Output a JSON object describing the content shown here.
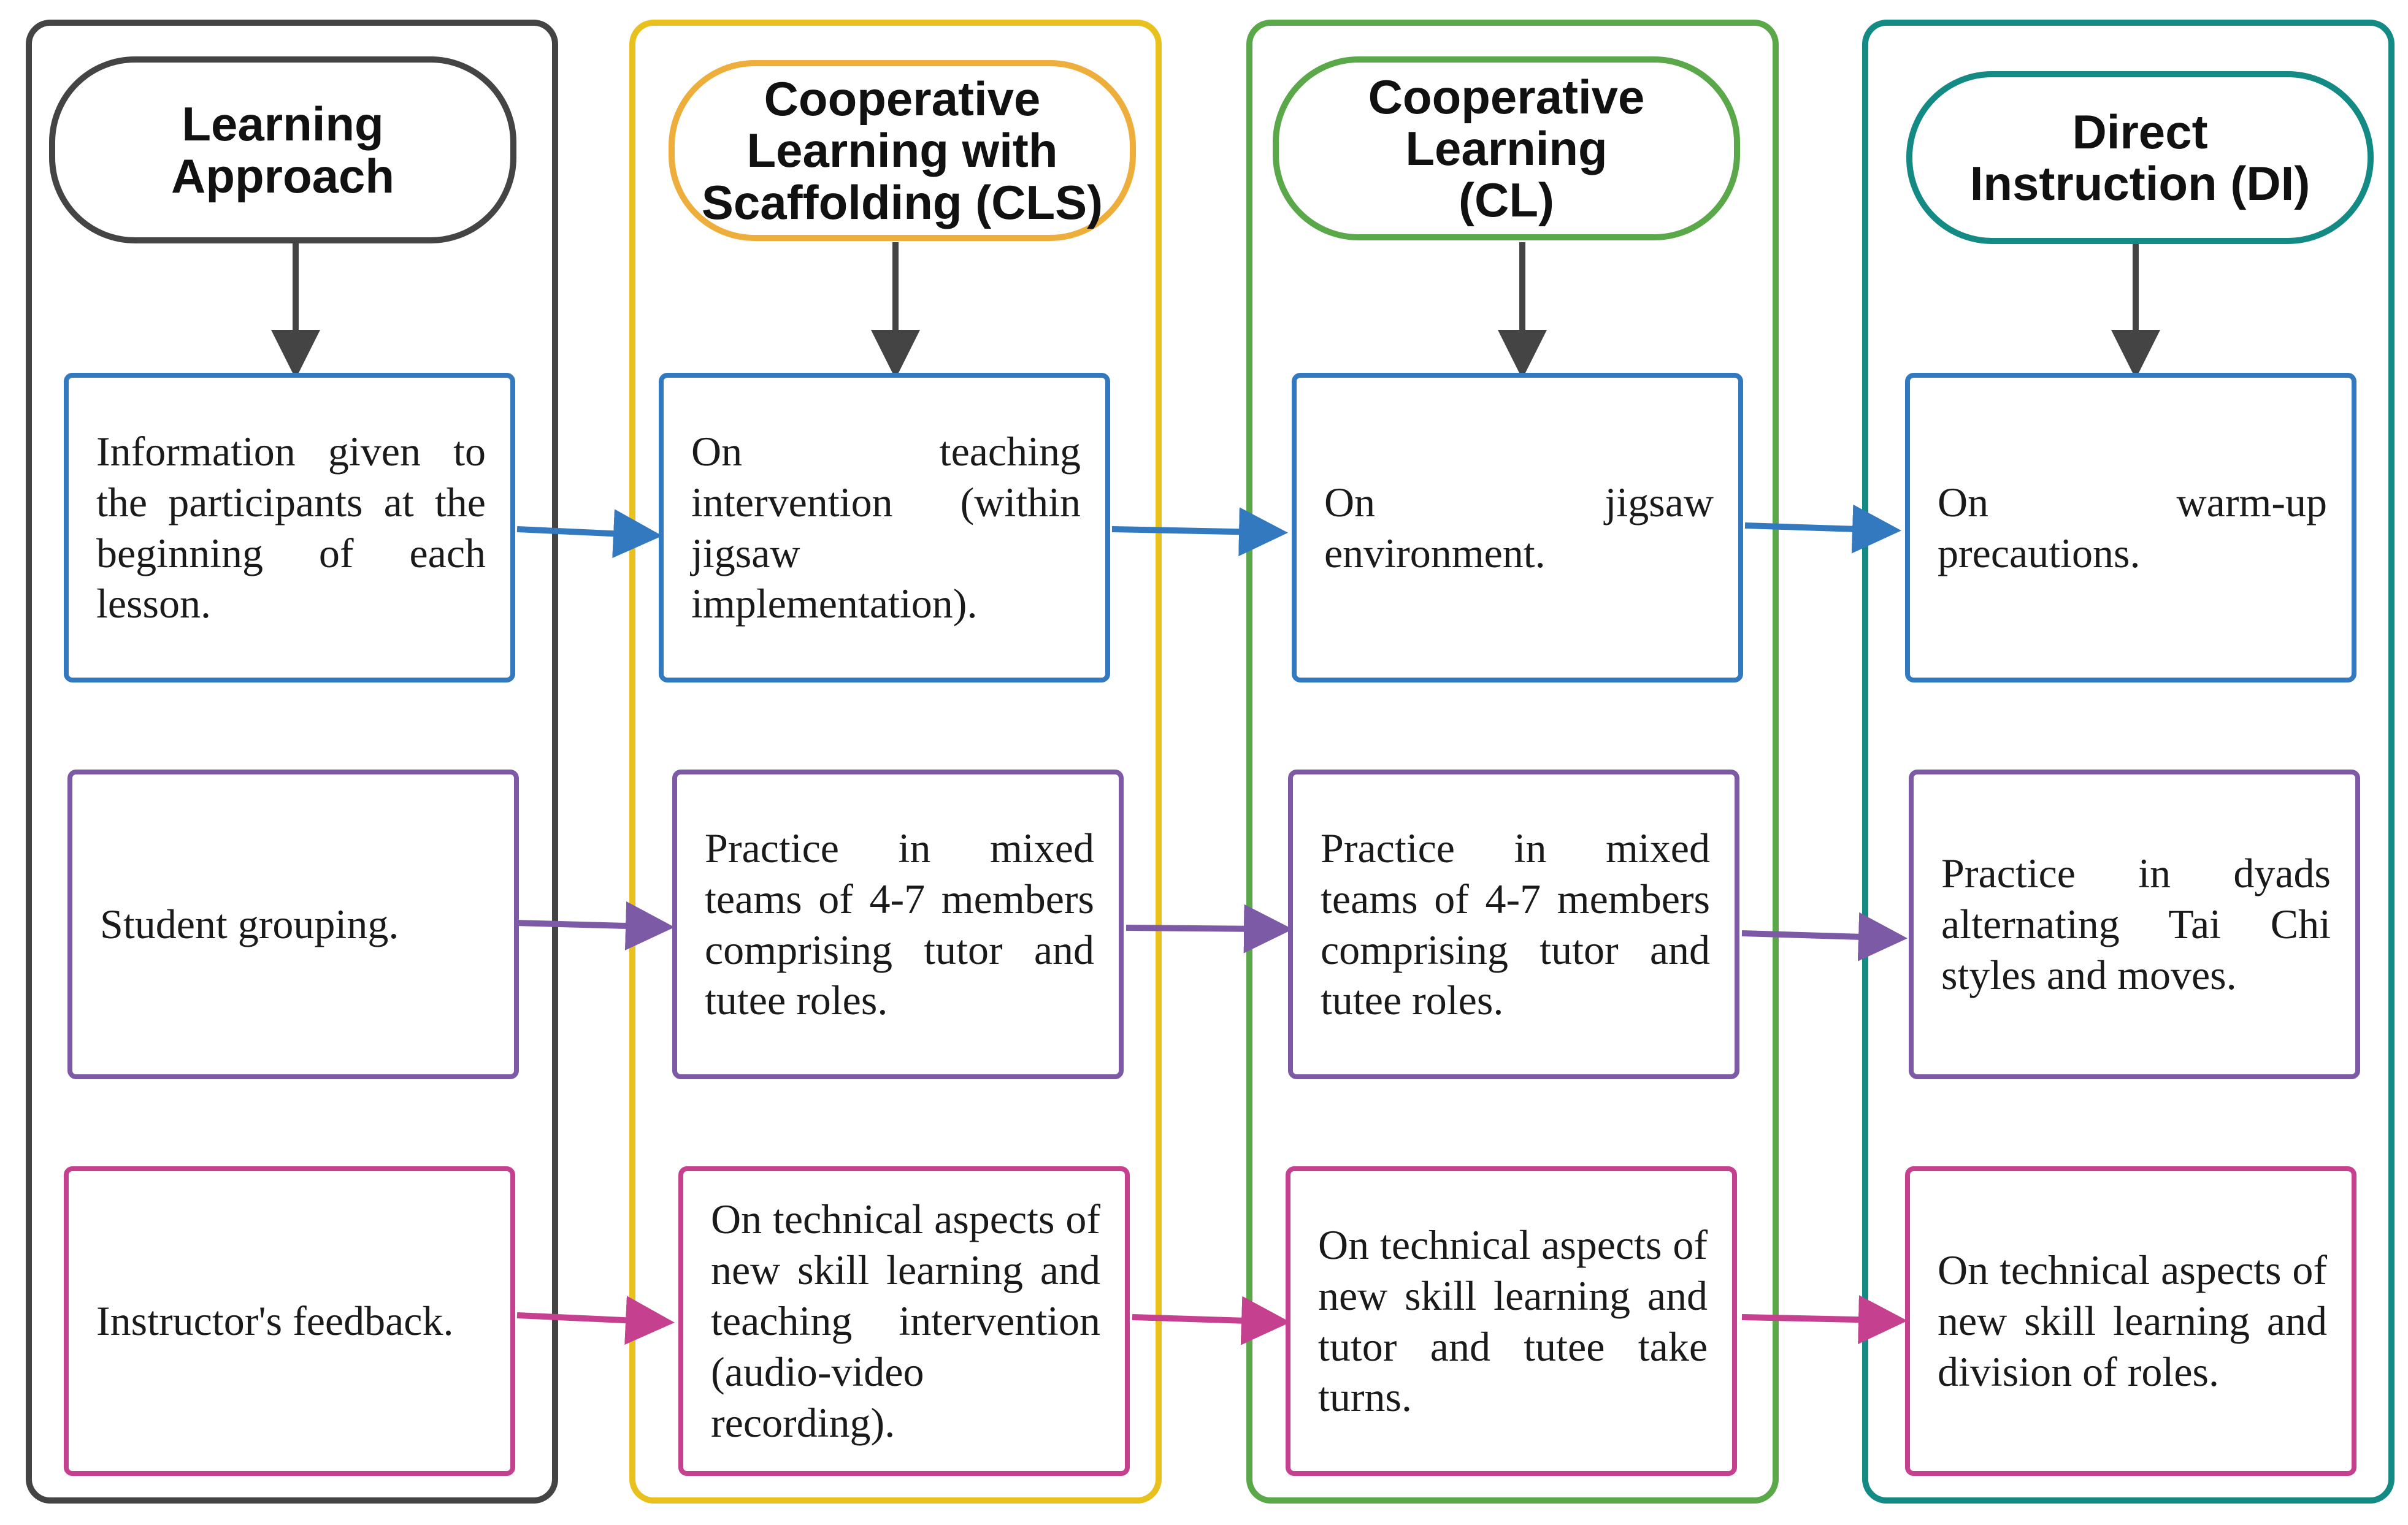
{
  "colors": {
    "approach": "#444444",
    "cls": "#e8c11e",
    "cls_header": "#eeae3c",
    "cl": "#5ba84a",
    "di": "#138a84",
    "row_information": "#3279bf",
    "row_grouping": "#7d5aa6",
    "row_feedback": "#c5408f",
    "down_arrow": "#444444"
  },
  "columns": [
    {
      "id": "approach",
      "header": "Learning Approach",
      "cells": [
        "Information given to the participants at the beginning of each lesson.",
        "Student grouping.",
        "Instructor's feedback."
      ]
    },
    {
      "id": "cls",
      "header": "Cooperative Learning with Scaffolding (CLS)",
      "cells": [
        "On teaching intervention (within jigsaw implementation).",
        "Practice in mixed teams of 4-7 members comprising tutor and tutee roles.",
        "On technical aspects of new skill learning and teaching intervention (audio-video recording)."
      ]
    },
    {
      "id": "cl",
      "header": "Cooperative Learning (CL)",
      "cells": [
        "On jigsaw environment.",
        "Practice in mixed teams of 4-7 members comprising tutor and tutee roles.",
        "On technical aspects of new skill learning and tutor and tutee take turns."
      ]
    },
    {
      "id": "di",
      "header": "Direct Instruction (DI)",
      "cells": [
        "On warm-up precautions.",
        "Practice in dyads alternating Tai Chi styles and moves.",
        "On technical aspects of new skill learning and division of roles."
      ]
    }
  ]
}
